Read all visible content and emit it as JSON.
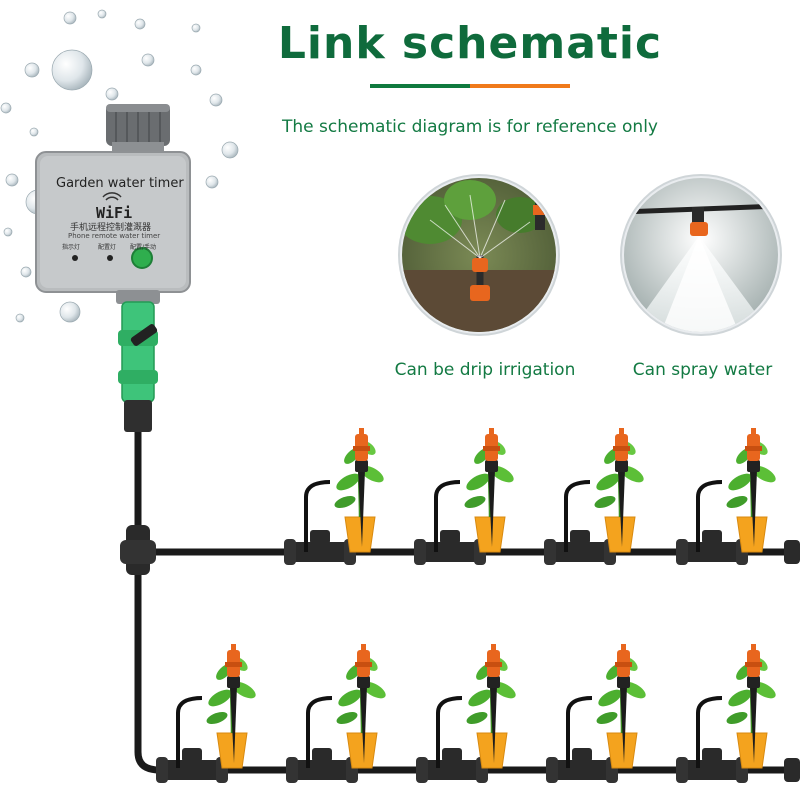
{
  "header": {
    "title": "Link schematic",
    "subtitle": "The schematic diagram is for reference only"
  },
  "examples": [
    {
      "caption": "Can be drip irrigation",
      "image": "drip-irrigation-photo"
    },
    {
      "caption": "Can spray water",
      "image": "spray-mist-photo"
    }
  ],
  "timer": {
    "label": "Garden water timer",
    "brand": "WiFi",
    "chinese_line": "手机远程控制灌溉器",
    "english_line": "Phone remote water timer",
    "indicators": [
      "指示灯",
      "配置灯",
      "配置/手动"
    ]
  },
  "rows": [
    {
      "name": "upper-drip-line",
      "drippers": 4
    },
    {
      "name": "lower-drip-line",
      "drippers": 5
    }
  ],
  "colors": {
    "title_green": "#0f6b3c",
    "caption_green": "#137a43",
    "title_line_green": "#0f7a3e",
    "title_line_orange": "#f07a1a",
    "pipe": "#1a1a1a",
    "timer_body": "#b9bcbe",
    "fitting_green": "#3ec47a",
    "dripper_orange": "#e8661e",
    "pot_orange": "#f4a31e",
    "leaf_green": "#4caf2f"
  }
}
